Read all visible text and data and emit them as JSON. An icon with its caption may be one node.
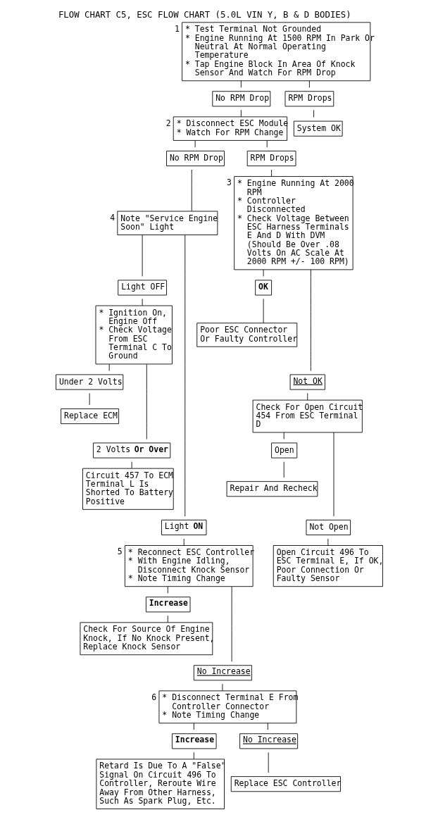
{
  "diagram": {
    "title": "FLOW CHART C5, ESC FLOW CHART (5.0L VIN Y, B & D BODIES)",
    "nodes": [
      {
        "text": [
          "* Test Terminal Not Grounded",
          "* Engine Running At 1500 RPM In Park Or Neutral At Normal Operating Temperature",
          "* Tap Engine Block In Area Of Knock Sensor And Watch For RPM Drop"
        ],
        "beside": [
          "1"
        ]
      },
      {
        "text": [
          "No RPM Drop"
        ]
      },
      {
        "text": [
          "RPM Drops"
        ]
      },
      {
        "text": [
          "System OK"
        ]
      },
      {
        "text": [
          "* Disconnect ESC Module",
          "* Watch For RPM Change"
        ],
        "beside": [
          "2"
        ]
      },
      {
        "text": [
          "No RPM Drop"
        ]
      },
      {
        "text": [
          "RPM Drops"
        ]
      },
      {
        "text": [
          "Note \"Service Engine Soon\" Light"
        ],
        "beside": [
          "4"
        ]
      },
      {
        "text": [
          "* Engine Running At 2000 RPM",
          "* Controller Disconnected",
          "* Check Voltage Between ESC Harness Terminals E And D With DVM (Should Be Over .08 Volts On AC Scale At 2000 RPM +/- 100 RPM)"
        ],
        "beside": [
          "3"
        ]
      },
      {
        "text": [
          "Light OFF"
        ]
      },
      {
        "text": [
          "* Ignition On, Engine Off",
          "* Check Voltage From ESC Terminal C To Ground"
        ]
      },
      {
        "text": [
          "OK"
        ]
      },
      {
        "text": [
          "Poor ESC Connector Or Faulty Controller"
        ]
      },
      {
        "text": [
          "Under 2 Volts"
        ]
      },
      {
        "text": [
          "Replace ECM"
        ]
      },
      {
        "text": [
          "Not OK"
        ]
      },
      {
        "text": [
          "2 Volts **Or Over**"
        ]
      },
      {
        "text": [
          "Check For Open Circuit 454 From ESC Terminal D"
        ]
      },
      {
        "text": [
          "Circuit 457 To ECM Terminal L Is Shorted To Battery Positive"
        ]
      },
      {
        "text": [
          "Open"
        ]
      },
      {
        "text": [
          "Repair And Recheck"
        ]
      },
      {
        "text": [
          "Light **ON**"
        ]
      },
      {
        "text": [
          "Not Open"
        ]
      },
      {
        "text": [
          "* Reconnect ESC Controller",
          "* With Engine Idling, Disconnect Knock Sensor",
          "* Note Timing Change"
        ],
        "beside": [
          "5"
        ]
      },
      {
        "text": [
          "Open Circuit 496 To ESC Terminal E, If OK, Poor Connection Or Faulty Sensor"
        ]
      },
      {
        "text": [
          "Increase"
        ]
      },
      {
        "text": [
          "Check For Source Of Engine Knock, If No Knock Present, Replace Knock Sensor"
        ]
      },
      {
        "text": [
          "No Increase"
        ]
      },
      {
        "text": [
          "* Disconnect Terminal E From Controller Connector",
          "* Note Timing Change"
        ],
        "beside": [
          "6"
        ]
      },
      {
        "text": [
          "Increase"
        ]
      },
      {
        "text": [
          "No Increase"
        ]
      },
      {
        "text": [
          "Retard Is Due To A \"False\" Signal On Circuit 496 To Controller, Reroute Wire Away From Other Harness, Such As Spark Plug, Etc."
        ]
      },
      {
        "text": [
          "Replace ESC Controller"
        ]
      }
    ],
    "edges": [
      {
        "from": 0,
        "to": 1,
        "arrow": "none"
      },
      {
        "from": 0,
        "to": 2,
        "arrow": "none"
      },
      {
        "from": 2,
        "to": 3,
        "arrow": "none"
      },
      {
        "from": 1,
        "to": 4,
        "arrow": "none"
      },
      {
        "from": 4,
        "to": 5,
        "arrow": "none"
      },
      {
        "from": 4,
        "to": 6,
        "arrow": "none"
      },
      {
        "from": 5,
        "to": 7,
        "arrow": "none"
      },
      {
        "from": 6,
        "to": 8,
        "arrow": "none"
      },
      {
        "from": 7,
        "to": 9,
        "arrow": "none"
      },
      {
        "from": 9,
        "to": 10,
        "arrow": "none"
      },
      {
        "from": 10,
        "to": 13,
        "arrow": "none"
      },
      {
        "from": 10,
        "to": 16,
        "arrow": "none"
      },
      {
        "from": 13,
        "to": 14,
        "arrow": "none"
      },
      {
        "from": 16,
        "to": 18,
        "arrow": "none"
      },
      {
        "from": 7,
        "to": 21,
        "arrow": "none"
      },
      {
        "from": 8,
        "to": 11,
        "arrow": "none"
      },
      {
        "from": 11,
        "to": 12,
        "arrow": "none"
      },
      {
        "from": 8,
        "to": 15,
        "arrow": "none"
      },
      {
        "from": 15,
        "to": 17,
        "arrow": "none"
      },
      {
        "from": 17,
        "to": 19,
        "arrow": "none"
      },
      {
        "from": 19,
        "to": 20,
        "arrow": "none"
      },
      {
        "from": 17,
        "to": 22,
        "arrow": "none"
      },
      {
        "from": 22,
        "to": 24,
        "arrow": "none"
      },
      {
        "from": 21,
        "to": 23,
        "arrow": "none"
      },
      {
        "from": 23,
        "to": 25,
        "arrow": "none"
      },
      {
        "from": 25,
        "to": 26,
        "arrow": "none"
      },
      {
        "from": 23,
        "to": 27,
        "arrow": "none"
      },
      {
        "from": 27,
        "to": 28,
        "arrow": "none"
      },
      {
        "from": 28,
        "to": 29,
        "arrow": "none"
      },
      {
        "from": 28,
        "to": 30,
        "arrow": "none"
      },
      {
        "from": 29,
        "to": 31,
        "arrow": "none"
      },
      {
        "from": 30,
        "to": 32,
        "arrow": "none"
      }
    ]
  }
}
